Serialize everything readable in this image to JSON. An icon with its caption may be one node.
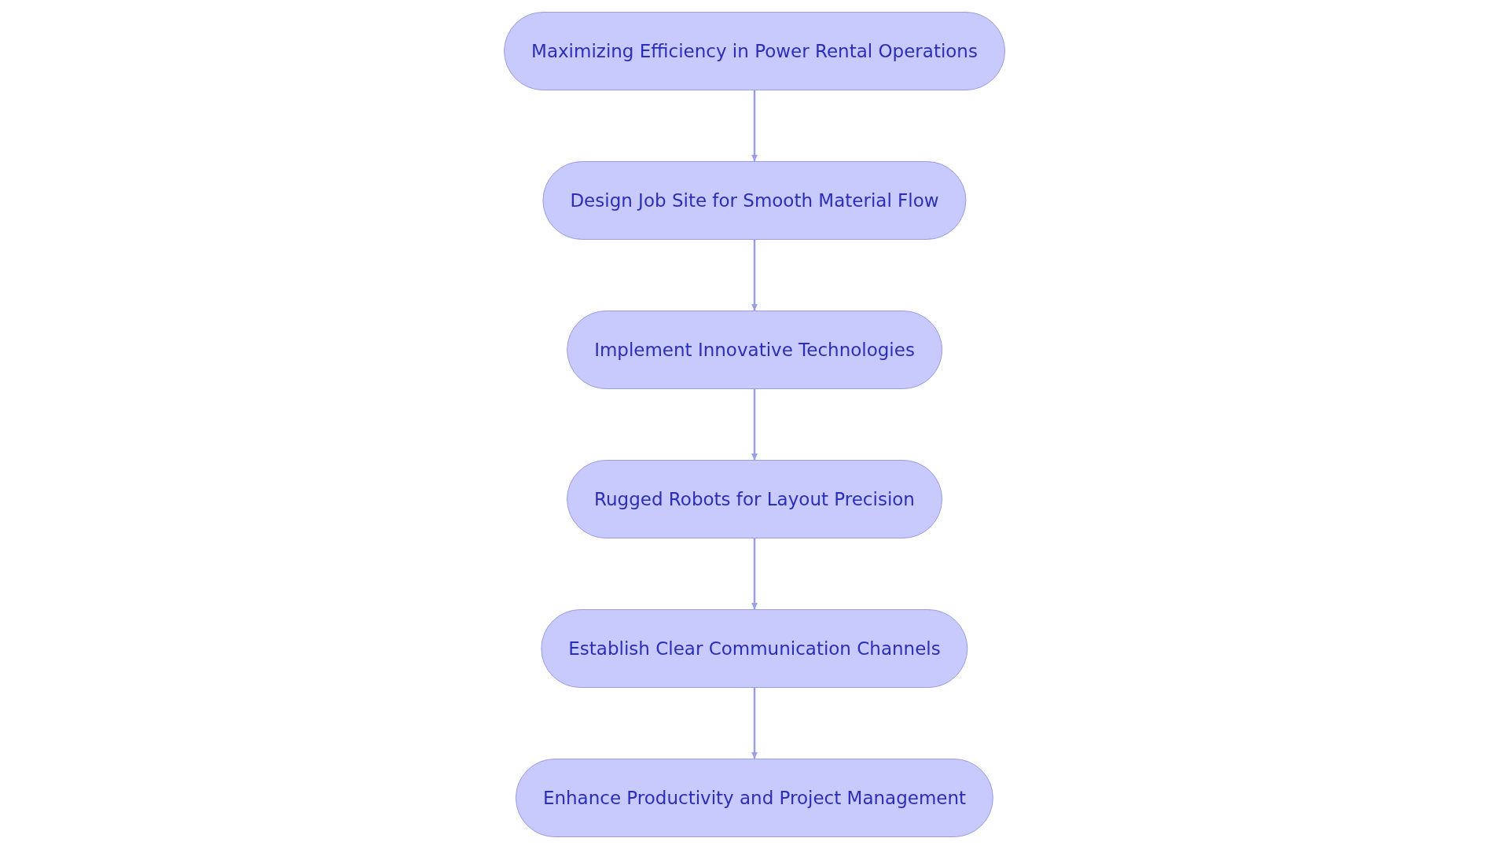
{
  "diagram": {
    "nodes": [
      {
        "text": [
          "Maximizing Efficiency in Power Rental Operations"
        ]
      },
      {
        "text": [
          "Design Job Site for Smooth Material Flow"
        ]
      },
      {
        "text": [
          "Implement Innovative Technologies"
        ]
      },
      {
        "text": [
          "Rugged Robots for Layout Precision"
        ]
      },
      {
        "text": [
          "Establish Clear Communication Channels"
        ]
      },
      {
        "text": [
          "Enhance Productivity and Project Management"
        ]
      }
    ],
    "edges": [
      {
        "from": 0,
        "to": 1,
        "arrow": "to"
      },
      {
        "from": 1,
        "to": 2,
        "arrow": "to"
      },
      {
        "from": 2,
        "to": 3,
        "arrow": "to"
      },
      {
        "from": 3,
        "to": 4,
        "arrow": "to"
      },
      {
        "from": 4,
        "to": 5,
        "arrow": "to"
      }
    ]
  }
}
